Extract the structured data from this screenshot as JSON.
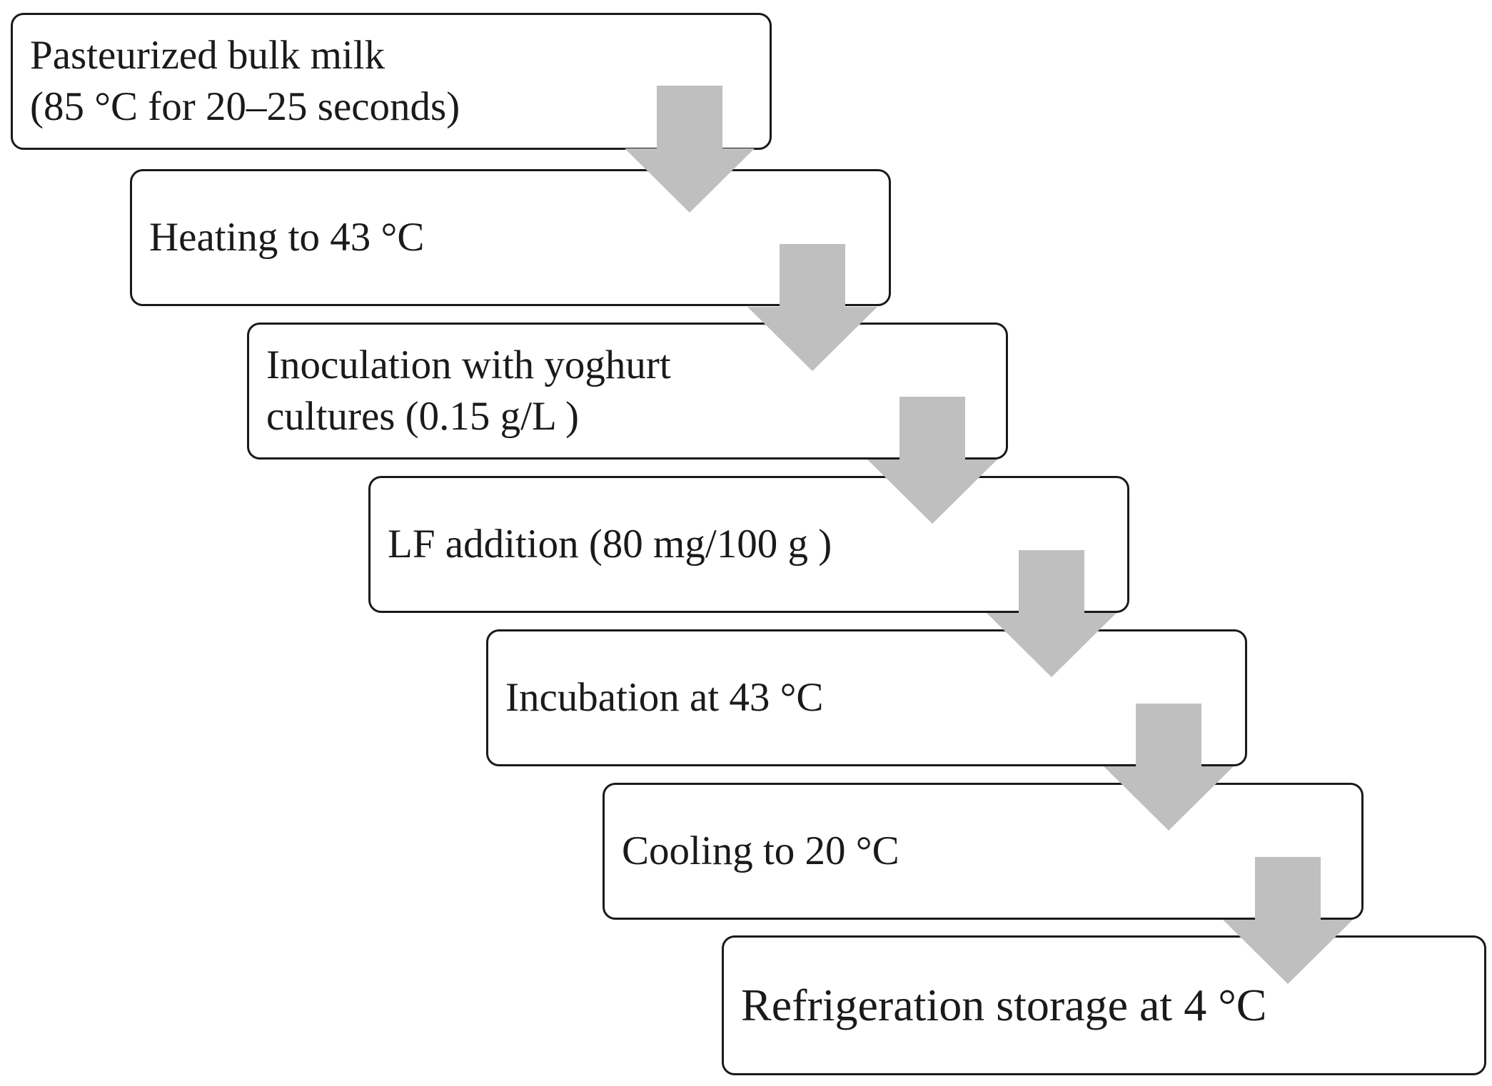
{
  "diagram": {
    "arrow_color": "#bfbfbf",
    "border_color": "#1a1a1a",
    "steps": [
      {
        "lines": [
          "Pasteurized bulk milk",
          "(85 °C for 20–25 seconds)"
        ]
      },
      {
        "lines": [
          "Heating to 43 °C"
        ]
      },
      {
        "lines": [
          "Inoculation with yoghurt",
          "cultures (0.15 g/L )"
        ]
      },
      {
        "lines": [
          "LF addition (80 mg/100 g )"
        ]
      },
      {
        "lines": [
          "Incubation at 43 °C"
        ]
      },
      {
        "lines": [
          "Cooling to 20 °C"
        ]
      },
      {
        "lines": [
          "Refrigeration storage at 4 °C"
        ]
      }
    ]
  }
}
